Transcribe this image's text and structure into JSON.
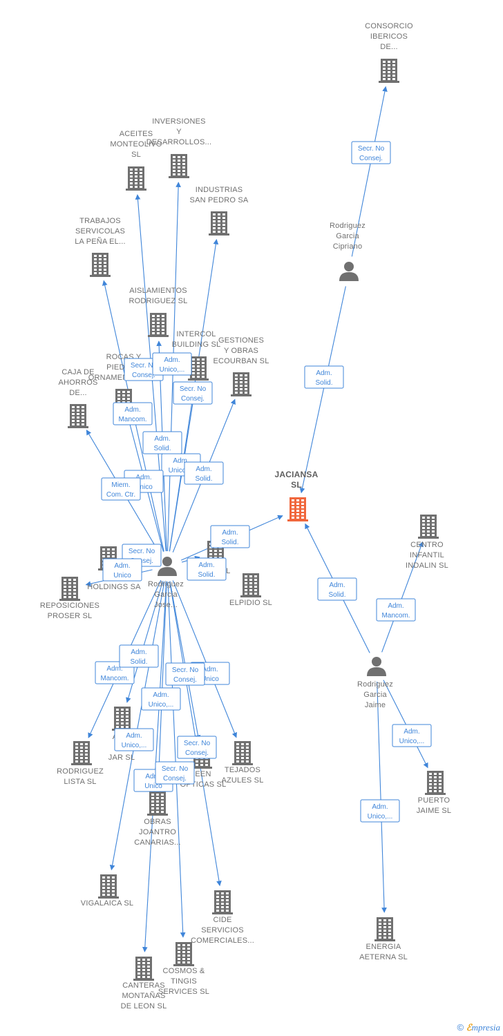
{
  "colors": {
    "edge": "#3f85d9",
    "node": "#707070",
    "focus": "#f0673c"
  },
  "nodes": [
    {
      "id": "consorcio",
      "type": "company",
      "lines": [
        "CONSORCIO",
        "IBERICOS",
        "DE..."
      ]
    },
    {
      "id": "inversiones",
      "type": "company",
      "lines": [
        "INVERSIONES",
        "Y",
        "DESARROLLOS..."
      ]
    },
    {
      "id": "aceites",
      "type": "company",
      "lines": [
        "ACEITES",
        "MONTEOLIVO",
        "SL"
      ]
    },
    {
      "id": "industrias",
      "type": "company",
      "lines": [
        "INDUSTRIAS",
        "SAN PEDRO SA"
      ]
    },
    {
      "id": "trabajos",
      "type": "company",
      "lines": [
        "TRABAJOS",
        "SERVICOLAS",
        "LA PEÑA EL..."
      ]
    },
    {
      "id": "aislamientos",
      "type": "company",
      "lines": [
        "AISLAMIENTOS",
        "RODRIGUEZ SL"
      ]
    },
    {
      "id": "intercol",
      "type": "company",
      "lines": [
        "INTERCOL",
        "BUILDING  SL"
      ]
    },
    {
      "id": "gestiones",
      "type": "company",
      "lines": [
        "GESTIONES",
        "Y OBRAS",
        "ECOURBAN  SL"
      ]
    },
    {
      "id": "rocas",
      "type": "company",
      "lines": [
        "ROCAS Y",
        "PIEDRAS",
        "ORNAMENTALES..."
      ]
    },
    {
      "id": "caja",
      "type": "company",
      "lines": [
        "CAJA DE",
        "AHORROS",
        "DE..."
      ]
    },
    {
      "id": "jaciansa",
      "type": "company",
      "focus": true,
      "lines": [
        "JACIANSA",
        "SL"
      ]
    },
    {
      "id": "centro",
      "type": "company",
      "lines": [
        "CENTRO",
        "INFANTIL",
        "INDALIN SL"
      ]
    },
    {
      "id": "sov",
      "type": "company",
      "lines": [
        "SOV",
        "HOLDINGS SA"
      ]
    },
    {
      "id": "reposiciones",
      "type": "company",
      "lines": [
        "REPOSICIONES",
        "PROSER SL"
      ]
    },
    {
      "id": "lo",
      "type": "company",
      "lines": [
        "LO      E  SL"
      ]
    },
    {
      "id": "elpidio",
      "type": "company",
      "lines": [
        "ELPIDIO  SL"
      ]
    },
    {
      "id": "alimentos",
      "type": "company",
      "lines": [
        "ALIM",
        "CA",
        "JAR SL"
      ]
    },
    {
      "id": "rodriguezlista",
      "type": "company",
      "lines": [
        "RODRIGUEZ",
        "LISTA SL"
      ]
    },
    {
      "id": "tejados",
      "type": "company",
      "lines": [
        "TEJADOS",
        "AZULES SL"
      ]
    },
    {
      "id": "green",
      "type": "company",
      "lines": [
        "EEN",
        "OPTICAS  SL"
      ]
    },
    {
      "id": "puerto",
      "type": "company",
      "lines": [
        "PUERTO",
        "JAIME  SL"
      ]
    },
    {
      "id": "obras",
      "type": "company",
      "lines": [
        "OBRAS",
        "JOANTRO",
        "CANARIAS..."
      ]
    },
    {
      "id": "vigalaica",
      "type": "company",
      "lines": [
        "VIGALAICA SL"
      ]
    },
    {
      "id": "cide",
      "type": "company",
      "lines": [
        "CIDE",
        "SERVICIOS",
        "COMERCIALES..."
      ]
    },
    {
      "id": "energia",
      "type": "company",
      "lines": [
        "ENERGIA",
        "AETERNA  SL"
      ]
    },
    {
      "id": "cosmos",
      "type": "company",
      "lines": [
        "COSMOS &",
        "TINGIS",
        "SERVICES  SL"
      ]
    },
    {
      "id": "canteras",
      "type": "company",
      "lines": [
        "CANTERAS",
        "MONTAÑAS",
        "DE LEON  SL"
      ]
    },
    {
      "id": "cipriano",
      "type": "person",
      "lines": [
        "Rodriguez",
        "Garcia",
        "Cipriano"
      ]
    },
    {
      "id": "jose",
      "type": "person",
      "lines": [
        "Rodriguez",
        "Garcia",
        "Jose..."
      ]
    },
    {
      "id": "jaime",
      "type": "person",
      "lines": [
        "Rodriguez",
        "Garcia",
        "Jaime"
      ]
    }
  ],
  "edges": [
    {
      "from": "cipriano",
      "to": "consorcio",
      "label": [
        "Secr.  No",
        "Consej."
      ]
    },
    {
      "from": "cipriano",
      "to": "jaciansa",
      "label": [
        "Adm.",
        "Solid."
      ]
    },
    {
      "from": "jaime",
      "to": "jaciansa",
      "label": [
        "Adm.",
        "Solid."
      ]
    },
    {
      "from": "jaime",
      "to": "centro",
      "label": [
        "Adm.",
        "Mancom."
      ]
    },
    {
      "from": "jaime",
      "to": "puerto",
      "label": [
        "Adm.",
        "Unico,..."
      ]
    },
    {
      "from": "jaime",
      "to": "energia",
      "label": [
        "Adm.",
        "Unico,..."
      ]
    },
    {
      "from": "jose",
      "to": "jaciansa",
      "label": [
        "Adm.",
        "Solid."
      ]
    },
    {
      "from": "jose",
      "to": "aceites",
      "label": [
        "Secr.  No",
        "Consej."
      ]
    },
    {
      "from": "jose",
      "to": "inversiones",
      "label": [
        "Adm.",
        "Unico,..."
      ]
    },
    {
      "from": "jose",
      "to": "industrias",
      "label": [
        "Secr.  No",
        "Consej."
      ]
    },
    {
      "from": "jose",
      "to": "trabajos",
      "label": [
        "Adm.",
        "Mancom."
      ]
    },
    {
      "from": "jose",
      "to": "aislamientos",
      "label": [
        "Adm.",
        "Solid."
      ]
    },
    {
      "from": "jose",
      "to": "intercol",
      "label": [
        "Adm.",
        "Unico,..."
      ]
    },
    {
      "from": "jose",
      "to": "gestiones",
      "label": [
        "Adm.",
        "Solid."
      ]
    },
    {
      "from": "jose",
      "to": "rocas",
      "label": [
        "Adm.",
        "Unico"
      ]
    },
    {
      "from": "jose",
      "to": "caja",
      "label": [
        "Miem.",
        "Com. Ctr."
      ]
    },
    {
      "from": "jose",
      "to": "sov",
      "label": [
        "Secr.  No",
        "Consej."
      ]
    },
    {
      "from": "jose",
      "to": "reposiciones",
      "label": [
        "Adm.",
        "Unico"
      ]
    },
    {
      "from": "jose",
      "to": "lo",
      "label": [
        "Adm.",
        "Solid."
      ]
    },
    {
      "from": "jose",
      "to": "rodriguezlista",
      "label": [
        "Adm.",
        "Mancom."
      ]
    },
    {
      "from": "jose",
      "to": "alimentos",
      "label": [
        "Adm.",
        "Solid."
      ]
    },
    {
      "from": "jose",
      "to": "tejados",
      "label": [
        "Adm.",
        "Unico"
      ]
    },
    {
      "from": "jose",
      "to": "green",
      "label": [
        "Secr.  No",
        "Consej."
      ]
    },
    {
      "from": "jose",
      "to": "obras",
      "label": [
        "Adm.",
        "Unico"
      ]
    },
    {
      "from": "jose",
      "to": "vigalaica",
      "label": [
        "Adm.",
        "Unico,..."
      ]
    },
    {
      "from": "jose",
      "to": "cide",
      "label": [
        "Secr.  No",
        "Consej."
      ]
    },
    {
      "from": "jose",
      "to": "cosmos",
      "label": [
        "Secr.  No",
        "Consej."
      ]
    },
    {
      "from": "jose",
      "to": "canteras",
      "label": [
        "Adm.",
        "Unico,..."
      ]
    }
  ],
  "footer": {
    "copyright": "©",
    "brand_initial": "ℰ",
    "brand_rest": "mpresia"
  }
}
